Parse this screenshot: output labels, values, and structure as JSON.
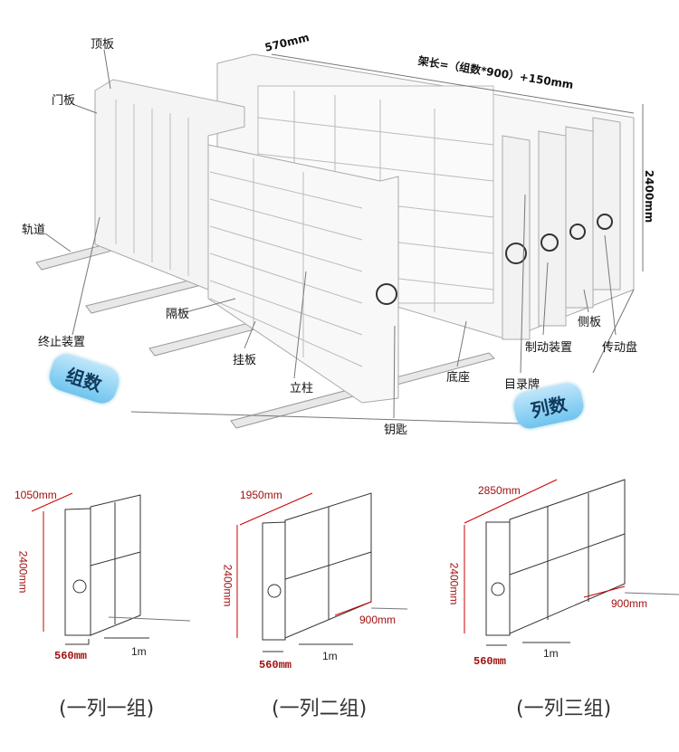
{
  "main_diagram": {
    "labels": {
      "top_panel": "顶板",
      "door_panel": "门板",
      "track": "轨道",
      "stop_device": "终止装置",
      "partition": "隔板",
      "hanging_panel": "挂板",
      "column": "立柱",
      "key": "钥匙",
      "base": "底座",
      "catalog_card": "目录牌",
      "brake_device": "制动装置",
      "side_panel": "侧板",
      "drive_wheel": "传动盘"
    },
    "dimensions": {
      "depth": "570mm",
      "length_formula": "架长=（组数*900）+150mm",
      "height": "2400mm"
    },
    "bubbles": {
      "groups": "组数",
      "columns": "列数"
    }
  },
  "variants": [
    {
      "length": "1050mm",
      "height": "2400mm",
      "width": "560mm",
      "track": "1m",
      "group_width": "",
      "caption": "(一列一组)"
    },
    {
      "length": "1950mm",
      "height": "2400mm",
      "width": "560mm",
      "track": "1m",
      "group_width": "900mm",
      "caption": "(一列二组)"
    },
    {
      "length": "2850mm",
      "height": "2400mm",
      "width": "560mm",
      "track": "1m",
      "group_width": "900mm",
      "caption": "(一列三组)"
    }
  ]
}
